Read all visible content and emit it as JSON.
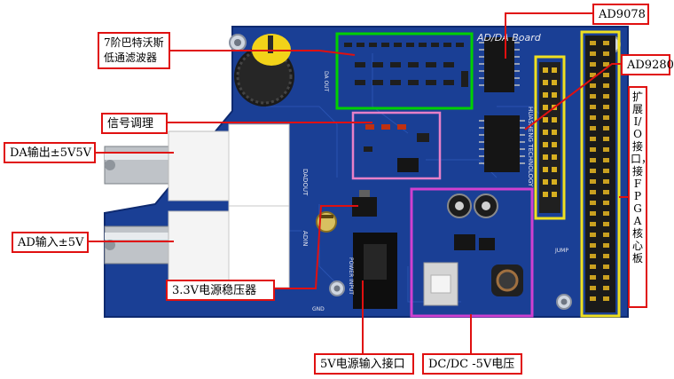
{
  "labels": {
    "butterworth_filter": "7阶巴特沃斯\n低通滤波器",
    "signal_conditioning": "信号调理",
    "da_output": "DA输出±5V5V",
    "ad_input": "AD输入±5V",
    "regulator": "3.3V电源稳压器",
    "power_input": "5V电源输入接口",
    "dcdc": "DC/DC -5V电压",
    "ad9078": "AD9078",
    "ad9280": "AD9280",
    "expansion_io": "扩展I/O接口，接FPGA核心板"
  },
  "board_silkscreen": {
    "title": "AD/DA Board",
    "da_out": "DA OUT",
    "dadout": "DADOUT",
    "adin": "ADIN",
    "power_input": "POWER INPUT",
    "gnd": "GND",
    "jump": "JUMP",
    "vertical_text": "HUASHENG TECHNOLOGY"
  },
  "colors": {
    "callout_border": "#e01010",
    "leader_line": "#e01010",
    "pcb_blue": "#1a3f95",
    "highlight_green": "#00d000",
    "highlight_pink": "#e880c8",
    "highlight_magenta": "#d040d0",
    "highlight_yellow": "#f0e020"
  }
}
